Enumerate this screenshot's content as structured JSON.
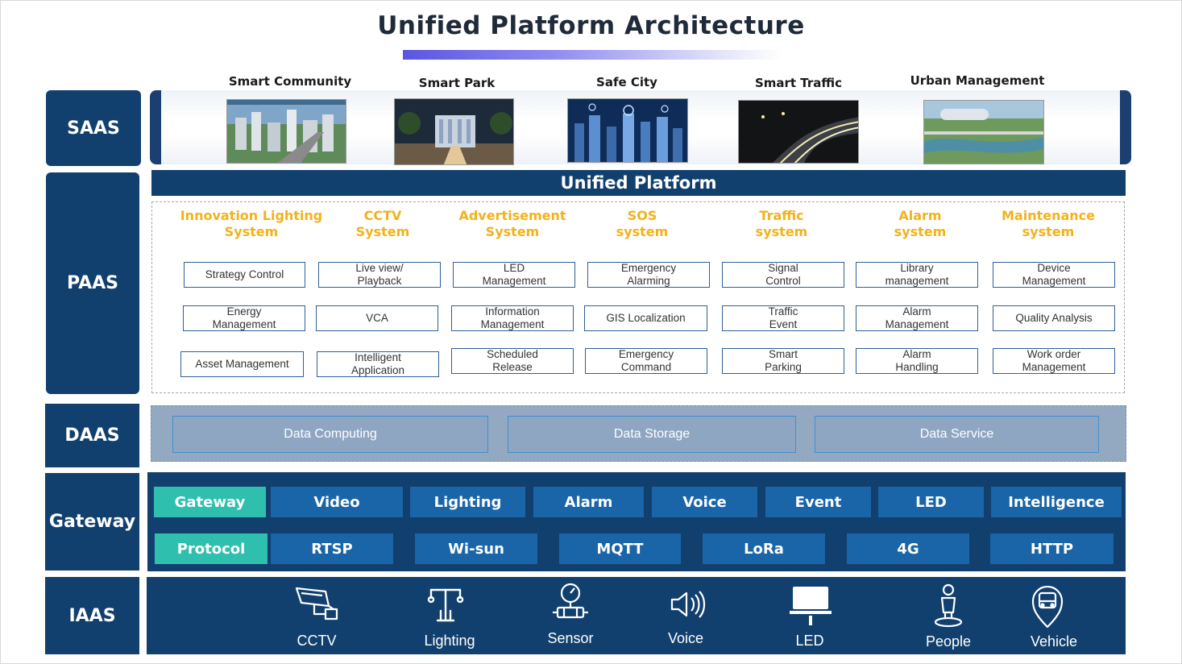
{
  "title": "Unified  Platform Architecture",
  "layers": {
    "saas": "SAAS",
    "paas": "PAAS",
    "daas": "DAAS",
    "gateway": "Gateway",
    "iaas": "IAAS"
  },
  "saas_apps": [
    "Smart Community",
    "Smart Park",
    "Safe City",
    "Smart Traffic",
    "Urban Management"
  ],
  "unified_platform": "Unified Platform",
  "paas_systems": [
    {
      "title": [
        "Innovation Lighting",
        "System"
      ],
      "items": [
        [
          "Strategy Control"
        ],
        [
          "Energy",
          "Management"
        ],
        [
          "Asset Management"
        ]
      ]
    },
    {
      "title": [
        "CCTV",
        "System"
      ],
      "items": [
        [
          "Live view/",
          "Playback"
        ],
        [
          "VCA"
        ],
        [
          "Intelligent",
          "Application"
        ]
      ]
    },
    {
      "title": [
        "Advertisement",
        "System"
      ],
      "items": [
        [
          "LED",
          "Management"
        ],
        [
          "Information",
          "Management"
        ],
        [
          "Scheduled",
          "Release"
        ]
      ]
    },
    {
      "title": [
        "SOS",
        "system"
      ],
      "items": [
        [
          "Emergency",
          "Alarming"
        ],
        [
          "GIS Localization"
        ],
        [
          "Emergency",
          "Command"
        ]
      ]
    },
    {
      "title": [
        "Traffic",
        "system"
      ],
      "items": [
        [
          "Signal",
          "Control"
        ],
        [
          "Traffic",
          "Event"
        ],
        [
          "Smart",
          "Parking"
        ]
      ]
    },
    {
      "title": [
        "Alarm",
        "system"
      ],
      "items": [
        [
          "Library",
          "management"
        ],
        [
          "Alarm",
          "Management"
        ],
        [
          "Alarm",
          "Handling"
        ]
      ]
    },
    {
      "title": [
        "Maintenance",
        "system"
      ],
      "items": [
        [
          "Device",
          "Management"
        ],
        [
          "Quality Analysis"
        ],
        [
          "Work order",
          "Management"
        ]
      ]
    }
  ],
  "daas_items": [
    "Data Computing",
    "Data Storage",
    "Data Service"
  ],
  "gateway_row": [
    "Gateway",
    "Video",
    "Lighting",
    "Alarm",
    "Voice",
    "Event",
    "LED",
    "Intelligence"
  ],
  "protocol_row": [
    "Protocol",
    "RTSP",
    "Wi-sun",
    "MQTT",
    "LoRa",
    "4G",
    "HTTP"
  ],
  "devices": [
    {
      "label": "CCTV",
      "icon": "cctv-camera-icon"
    },
    {
      "label": "Lighting",
      "icon": "street-light-icon"
    },
    {
      "label": "Sensor",
      "icon": "sensor-icon"
    },
    {
      "label": "Voice",
      "icon": "speaker-icon"
    },
    {
      "label": "LED",
      "icon": "led-screen-icon"
    },
    {
      "label": "People",
      "icon": "person-location-icon"
    },
    {
      "label": "Vehicle",
      "icon": "vehicle-location-icon"
    }
  ],
  "colors": {
    "navy": "#12406e",
    "accent_yellow": "#f2b21b",
    "teal": "#2fbfae",
    "cell_blue": "#1a64a8",
    "daas_gray_blue": "#93a9c2"
  }
}
